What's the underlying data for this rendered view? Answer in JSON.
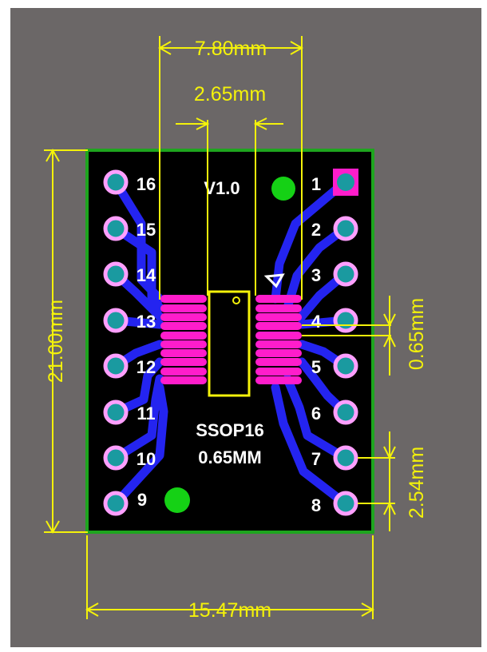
{
  "colors": {
    "background": "#6b6767",
    "board": "#000000",
    "board_outline": "#1ea51e",
    "dimension": "#f4f20a",
    "trace": "#2424f0",
    "smd_pad": "#ff1dcb",
    "via_ring": "#ff9fff",
    "via_hole": "#1a9aa0",
    "silkscreen": "#ffffff",
    "marker": "#15d115"
  },
  "dimensions": {
    "top_width": "7.80mm",
    "inner_width": "2.65mm",
    "height": "21.00mm",
    "pitch_fine": "0.65mm",
    "pitch_dip": "2.54mm",
    "board_width": "15.47mm"
  },
  "silkscreen": {
    "version": "V1.0",
    "package_name": "SSOP16",
    "package_pitch": "0.65MM"
  },
  "left_pins": [
    "16",
    "15",
    "14",
    "13",
    "12",
    "11",
    "10",
    "9"
  ],
  "right_pins": [
    "1",
    "2",
    "3",
    "4",
    "5",
    "6",
    "7",
    "8"
  ]
}
